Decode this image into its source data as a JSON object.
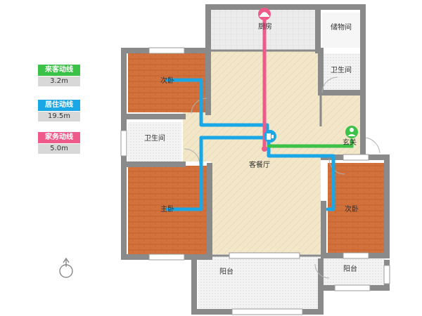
{
  "legend": [
    {
      "title": "来客动线",
      "value": "3.2m",
      "color": "#3cc249"
    },
    {
      "title": "居住动线",
      "value": "19.5m",
      "color": "#1aa7e6"
    },
    {
      "title": "家务动线",
      "value": "5.0m",
      "color": "#ee5a8a"
    }
  ],
  "rooms": {
    "kitchen": "厨房",
    "storage": "储物间",
    "bath_right": "卫生间",
    "bath_left": "卫生间",
    "bedroom_top": "次卧",
    "master": "主卧",
    "bedroom_right": "次卧",
    "living": "客餐厅",
    "entrance": "玄关",
    "balcony_left": "阳台",
    "balcony_right": "阳台"
  },
  "colors": {
    "wall": "#8a8a8a",
    "wood": "#d2713c",
    "living_floor": "#f3e7c9",
    "tile": "#ececec",
    "visitor": "#3cc249",
    "living_route": "#1aa7e6",
    "chore": "#ee5a8a"
  }
}
